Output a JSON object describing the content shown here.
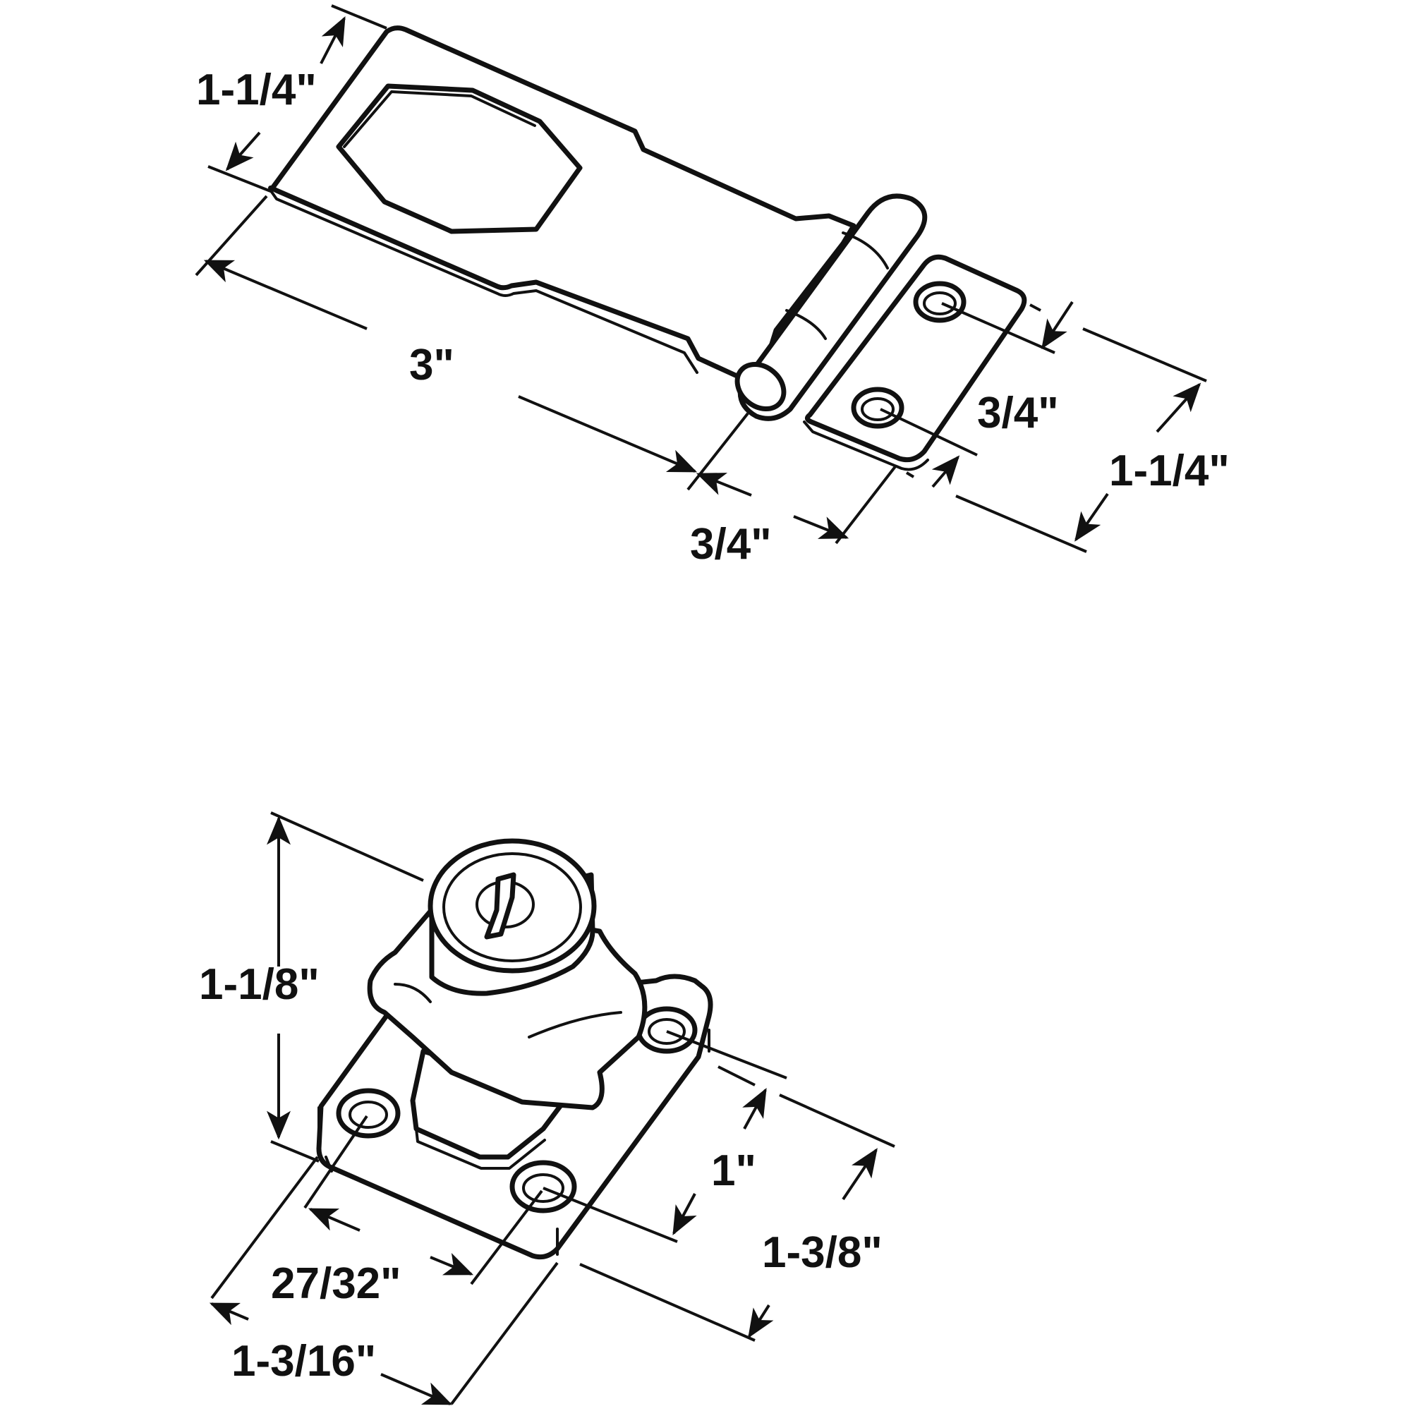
{
  "colors": {
    "line": "#111111",
    "background": "#ffffff"
  },
  "hasp": {
    "dimensions": {
      "hasp_width": "1-1/4\"",
      "hasp_length": "3\"",
      "hinge_offset": "3/4\"",
      "staple_plate_length": "3/4\"",
      "staple_plate_width": "1-1/4\""
    }
  },
  "lock": {
    "dimensions": {
      "height": "1-1/8\"",
      "hole_spacing": "1\"",
      "base_width": "1-3/8\"",
      "hole_offset": "27/32\"",
      "base_length": "1-3/16\""
    }
  }
}
